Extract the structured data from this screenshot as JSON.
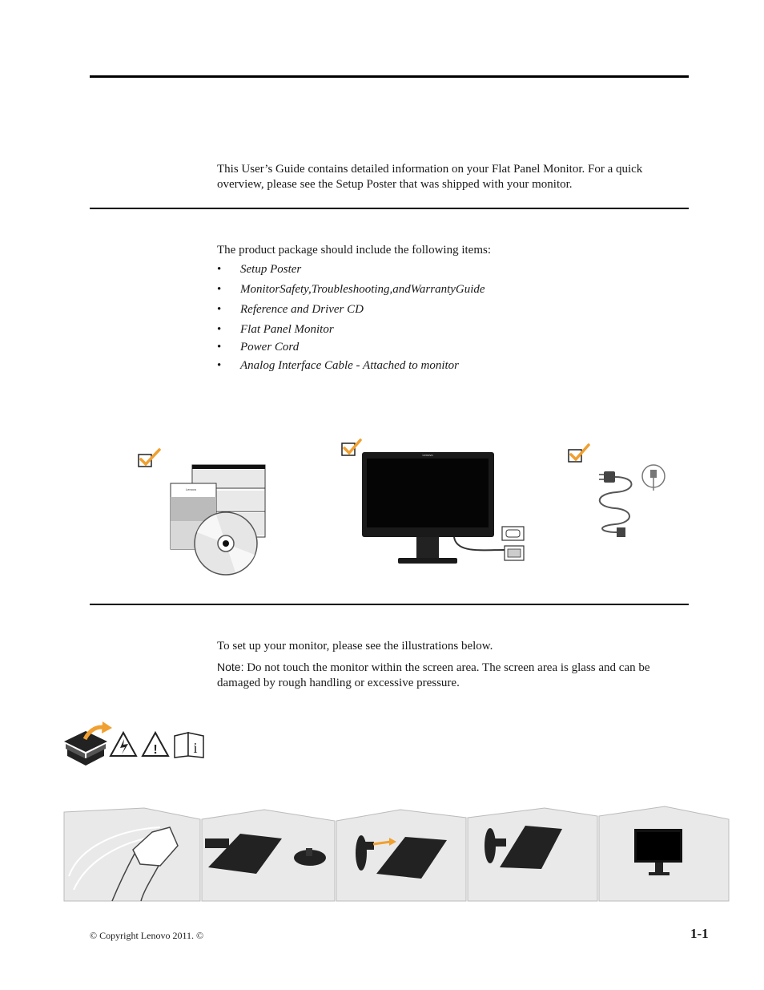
{
  "intro": {
    "text": "This User’s Guide contains detailed information on  your Flat Panel Monitor.  For a quick overview, please see the Setup Poster that was shipped with your monitor."
  },
  "package": {
    "lead": "The product package should include the following items:",
    "bullet": "•",
    "items": [
      "Setup Poster",
      "MonitorSafety,Troubleshooting,andWarrantyGuide",
      "Reference and Driver CD",
      "Flat Panel Monitor",
      "Power Cord",
      "Analog Interface Cable - Attached to monitor"
    ]
  },
  "brand": {
    "logo_text": "Lenovo"
  },
  "setup": {
    "text": "To set up your monitor, please see the illustrations below.",
    "note_label": "Note:",
    "note_text": "  Do not touch the monitor within the screen area. The screen area is glass and can be damaged by rough handling or excessive pressure."
  },
  "safety": {
    "info_symbol": "i",
    "warning_symbol": "!"
  },
  "footer": {
    "copyright": "© Copyright Lenovo 2011. ©",
    "page_number": "1-1"
  },
  "colors": {
    "check_orange": "#f0a030",
    "panel_gray": "#e9e9e9",
    "monitor_black": "#111111"
  }
}
